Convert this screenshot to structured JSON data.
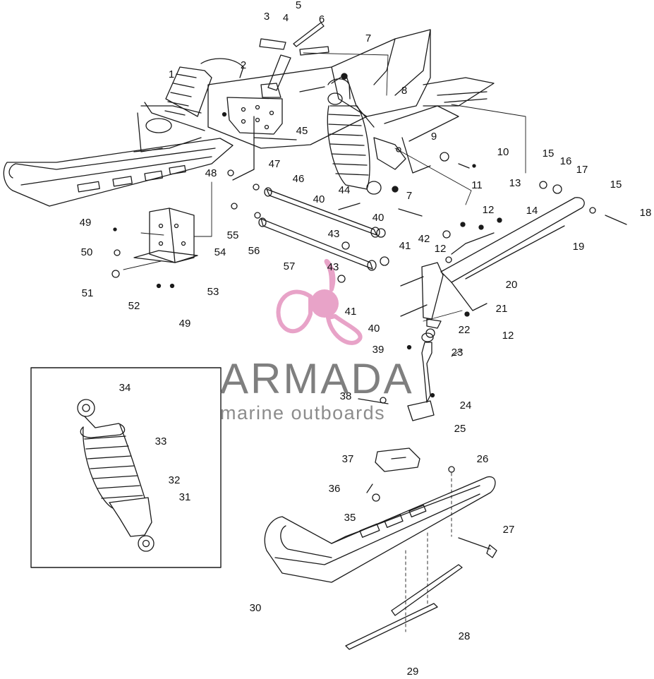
{
  "watermark": {
    "brand": "ARMADA",
    "tagline": "marine outboards",
    "color": "#e8a3c8",
    "text_color": "#555555"
  },
  "diagram": {
    "line_color": "#1a1a1a",
    "labels": [
      {
        "id": "1",
        "text": "1"
      },
      {
        "id": "2",
        "text": "2"
      },
      {
        "id": "3",
        "text": "3"
      },
      {
        "id": "4",
        "text": "4"
      },
      {
        "id": "5",
        "text": "5"
      },
      {
        "id": "6",
        "text": "6"
      },
      {
        "id": "7a",
        "text": "7"
      },
      {
        "id": "7b",
        "text": "7"
      },
      {
        "id": "8",
        "text": "8"
      },
      {
        "id": "9",
        "text": "9"
      },
      {
        "id": "10",
        "text": "10"
      },
      {
        "id": "11",
        "text": "11"
      },
      {
        "id": "12a",
        "text": "12"
      },
      {
        "id": "12b",
        "text": "12"
      },
      {
        "id": "12c",
        "text": "12"
      },
      {
        "id": "13",
        "text": "13"
      },
      {
        "id": "14",
        "text": "14"
      },
      {
        "id": "15a",
        "text": "15"
      },
      {
        "id": "15b",
        "text": "15"
      },
      {
        "id": "16",
        "text": "16"
      },
      {
        "id": "17",
        "text": "17"
      },
      {
        "id": "18",
        "text": "18"
      },
      {
        "id": "19",
        "text": "19"
      },
      {
        "id": "20",
        "text": "20"
      },
      {
        "id": "21",
        "text": "21"
      },
      {
        "id": "22",
        "text": "22"
      },
      {
        "id": "23",
        "text": "23"
      },
      {
        "id": "24",
        "text": "24"
      },
      {
        "id": "25",
        "text": "25"
      },
      {
        "id": "26",
        "text": "26"
      },
      {
        "id": "27",
        "text": "27"
      },
      {
        "id": "28",
        "text": "28"
      },
      {
        "id": "29",
        "text": "29"
      },
      {
        "id": "30",
        "text": "30"
      },
      {
        "id": "31",
        "text": "31"
      },
      {
        "id": "32",
        "text": "32"
      },
      {
        "id": "33",
        "text": "33"
      },
      {
        "id": "34",
        "text": "34"
      },
      {
        "id": "35",
        "text": "35"
      },
      {
        "id": "36",
        "text": "36"
      },
      {
        "id": "37",
        "text": "37"
      },
      {
        "id": "38",
        "text": "38"
      },
      {
        "id": "39",
        "text": "39"
      },
      {
        "id": "40a",
        "text": "40"
      },
      {
        "id": "40b",
        "text": "40"
      },
      {
        "id": "40c",
        "text": "40"
      },
      {
        "id": "41a",
        "text": "41"
      },
      {
        "id": "41b",
        "text": "41"
      },
      {
        "id": "42",
        "text": "42"
      },
      {
        "id": "43a",
        "text": "43"
      },
      {
        "id": "43b",
        "text": "43"
      },
      {
        "id": "44",
        "text": "44"
      },
      {
        "id": "45",
        "text": "45"
      },
      {
        "id": "46",
        "text": "46"
      },
      {
        "id": "47",
        "text": "47"
      },
      {
        "id": "48",
        "text": "48"
      },
      {
        "id": "49a",
        "text": "49"
      },
      {
        "id": "49b",
        "text": "49"
      },
      {
        "id": "50",
        "text": "50"
      },
      {
        "id": "51",
        "text": "51"
      },
      {
        "id": "52",
        "text": "52"
      },
      {
        "id": "53",
        "text": "53"
      },
      {
        "id": "54",
        "text": "54"
      },
      {
        "id": "55",
        "text": "55"
      },
      {
        "id": "56",
        "text": "56"
      },
      {
        "id": "57",
        "text": "57"
      }
    ]
  }
}
